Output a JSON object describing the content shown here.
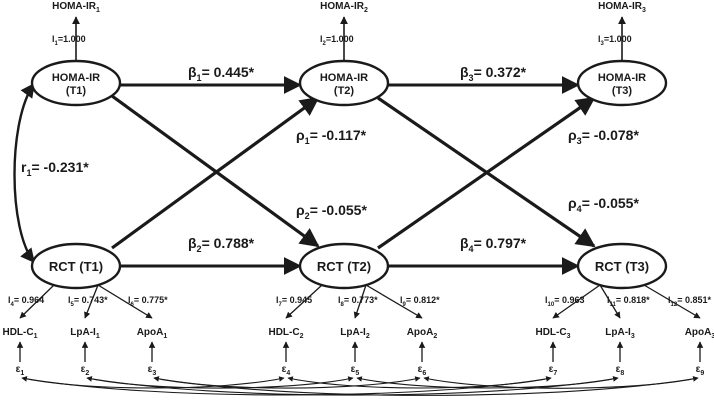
{
  "top_indicators": [
    {
      "base": "HOMA-IR",
      "sub": "1"
    },
    {
      "base": "HOMA-IR",
      "sub": "2"
    },
    {
      "base": "HOMA-IR",
      "sub": "3"
    }
  ],
  "top_loadings": [
    {
      "base": "l",
      "sub": "1",
      "value": "=1.000"
    },
    {
      "base": "l",
      "sub": "2",
      "value": "=1.000"
    },
    {
      "base": "l",
      "sub": "3",
      "value": "=1.000"
    }
  ],
  "homa_nodes": [
    {
      "line1": "HOMA-IR",
      "line2": "(T1)"
    },
    {
      "line1": "HOMA-IR",
      "line2": "(T2)"
    },
    {
      "line1": "HOMA-IR",
      "line2": "(T3)"
    }
  ],
  "rct_nodes": [
    "RCT (T1)",
    "RCT (T2)",
    "RCT (T3)"
  ],
  "betas": [
    {
      "base": "β",
      "sub": "1",
      "value": "= 0.445*"
    },
    {
      "base": "β",
      "sub": "2",
      "value": "= 0.788*"
    },
    {
      "base": "β",
      "sub": "3",
      "value": "= 0.372*"
    },
    {
      "base": "β",
      "sub": "4",
      "value": "= 0.797*"
    }
  ],
  "rhos": [
    {
      "base": "ρ",
      "sub": "1",
      "value": "= -0.117*"
    },
    {
      "base": "ρ",
      "sub": "2",
      "value": "= -0.055*"
    },
    {
      "base": "ρ",
      "sub": "3",
      "value": "= -0.078*"
    },
    {
      "base": "ρ",
      "sub": "4",
      "value": "= -0.055*"
    }
  ],
  "r1": {
    "base": "r",
    "sub": "1",
    "value": "= -0.231*"
  },
  "bottom_loadings": [
    {
      "base": "l",
      "sub": "4",
      "value": "= 0.964"
    },
    {
      "base": "l",
      "sub": "5",
      "value": "= 0.743*"
    },
    {
      "base": "l",
      "sub": "6",
      "value": "= 0.775*"
    },
    {
      "base": "l",
      "sub": "7",
      "value": "= 0.945"
    },
    {
      "base": "l",
      "sub": "8",
      "value": "= 0.773*"
    },
    {
      "base": "l",
      "sub": "9",
      "value": "= 0.812*"
    },
    {
      "base": "l",
      "sub": "10",
      "value": "= 0.963"
    },
    {
      "base": "l",
      "sub": "11",
      "value": "= 0.818*"
    },
    {
      "base": "l",
      "sub": "12",
      "value": "= 0.851*"
    }
  ],
  "bottom_indicators": [
    {
      "base": "HDL-C",
      "sub": "1"
    },
    {
      "base": "LpA-I",
      "sub": "1"
    },
    {
      "base": "ApoA",
      "sub": "1"
    },
    {
      "base": "HDL-C",
      "sub": "2"
    },
    {
      "base": "LpA-I",
      "sub": "2"
    },
    {
      "base": "ApoA",
      "sub": "2"
    },
    {
      "base": "HDL-C",
      "sub": "3"
    },
    {
      "base": "LpA-I",
      "sub": "3"
    },
    {
      "base": "ApoA",
      "sub": "3"
    }
  ],
  "errors": [
    {
      "base": "ε",
      "sub": "1"
    },
    {
      "base": "ε",
      "sub": "2"
    },
    {
      "base": "ε",
      "sub": "3"
    },
    {
      "base": "ε",
      "sub": "4"
    },
    {
      "base": "ε",
      "sub": "5"
    },
    {
      "base": "ε",
      "sub": "6"
    },
    {
      "base": "ε",
      "sub": "7"
    },
    {
      "base": "ε",
      "sub": "8"
    },
    {
      "base": "ε",
      "sub": "9"
    }
  ],
  "colors": {
    "ink": "#1a1a1a",
    "background": "#ffffff"
  }
}
